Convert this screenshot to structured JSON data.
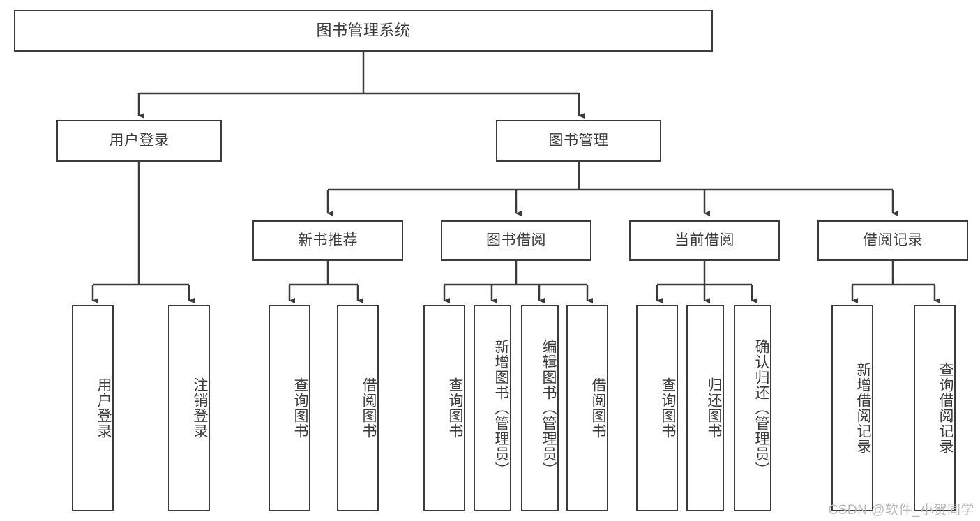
{
  "diagram": {
    "type": "tree",
    "title": "图书管理系统",
    "root": {
      "label": "图书管理系统"
    },
    "level1": [
      {
        "label": "用户登录"
      },
      {
        "label": "图书管理"
      }
    ],
    "level2": [
      {
        "label": "新书推荐"
      },
      {
        "label": "图书借阅"
      },
      {
        "label": "当前借阅"
      },
      {
        "label": "借阅记录"
      }
    ],
    "leaves": {
      "user_login": [
        {
          "label": "用户登录"
        },
        {
          "label": "注销登录"
        }
      ],
      "new_book": [
        {
          "label": "查询图书"
        },
        {
          "label": "借阅图书"
        }
      ],
      "book_borrow": [
        {
          "label": "查询图书"
        },
        {
          "label": "新增图书（管理员）"
        },
        {
          "label": "编辑图书（管理员）"
        },
        {
          "label": "借阅图书"
        }
      ],
      "current_borrow": [
        {
          "label": "查询图书"
        },
        {
          "label": "归还图书"
        },
        {
          "label": "确认归还（管理员）"
        }
      ],
      "borrow_record": [
        {
          "label": "新增借阅记录"
        },
        {
          "label": "查询借阅记录"
        }
      ]
    },
    "watermark": "CSDN @软件_小贺同学",
    "colors": {
      "border": "#3b3b3b",
      "text": "#3a3a3a",
      "background": "#ffffff",
      "watermark": "#b9b9b9"
    }
  }
}
